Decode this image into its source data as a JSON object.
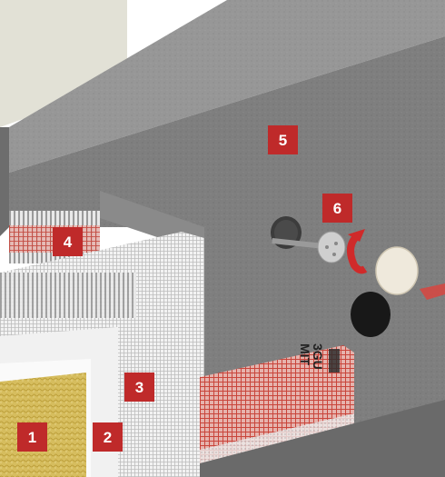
{
  "callouts": [
    {
      "label": "1"
    },
    {
      "label": "2"
    },
    {
      "label": "3"
    },
    {
      "label": "4"
    },
    {
      "label": "5"
    },
    {
      "label": "6"
    }
  ],
  "mesh_print": {
    "line1": "3GU",
    "line2": "MIT"
  },
  "colors": {
    "badge": "#bf2a2a",
    "wall_front": "#7f7f7f",
    "wall_top": "#979797",
    "wall_side": "#6d6d6d",
    "mesh": "#d86a62",
    "insulation": "#f0f0ec",
    "mineral_wool": "#d9c26a",
    "ceiling": "#e7e6dc"
  },
  "icons": [
    "anchor-dowel-icon",
    "rotate-arrow-icon",
    "insert-arrow-icon",
    "cap-disc-icon"
  ]
}
